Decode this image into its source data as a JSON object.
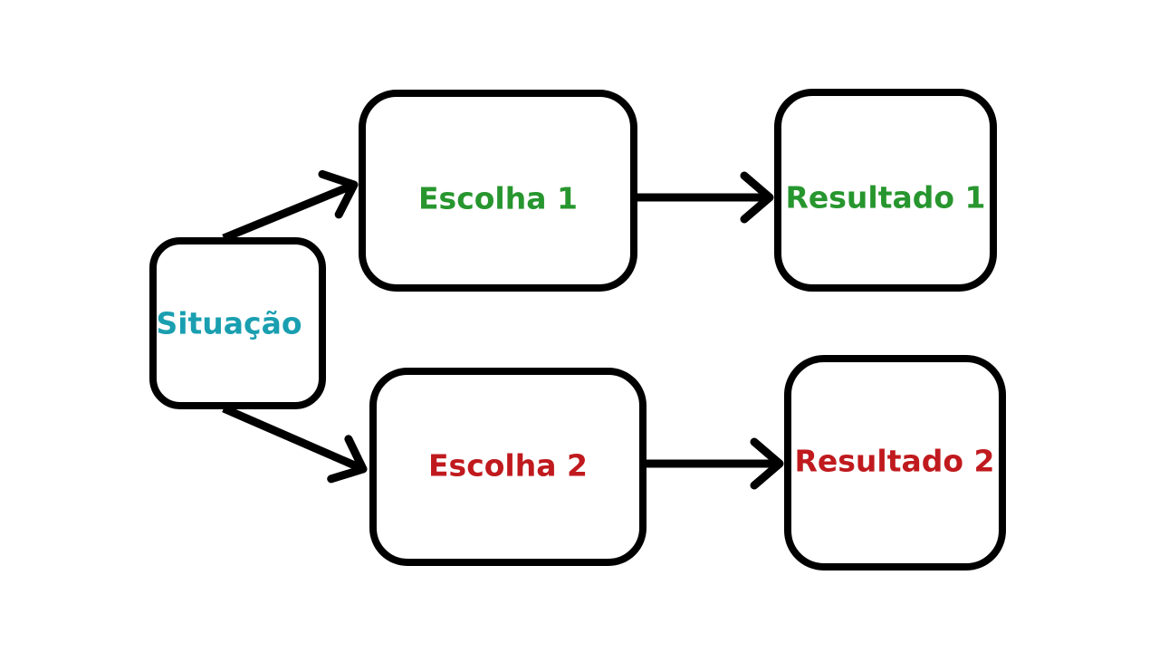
{
  "diagram": {
    "type": "flowchart",
    "background_color": "#ffffff",
    "line_color": "#000000",
    "nodes": {
      "situacao": {
        "label": "Situação",
        "text_color": "#1A9FB0"
      },
      "escolha1": {
        "label": "Escolha 1",
        "text_color": "#27962E"
      },
      "resultado1": {
        "label": "Resultado 1",
        "text_color": "#27962E"
      },
      "escolha2": {
        "label": "Escolha 2",
        "text_color": "#C01A1E"
      },
      "resultado2": {
        "label": "Resultado 2",
        "text_color": "#C01A1E"
      }
    },
    "edges": [
      {
        "from": "situacao",
        "to": "escolha1"
      },
      {
        "from": "situacao",
        "to": "escolha2"
      },
      {
        "from": "escolha1",
        "to": "resultado1"
      },
      {
        "from": "escolha2",
        "to": "resultado2"
      }
    ]
  }
}
